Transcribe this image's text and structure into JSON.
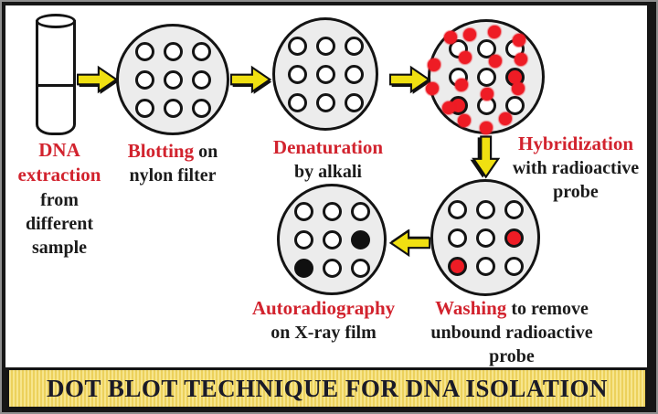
{
  "banner": {
    "title": "DOT BLOT TECHNIQUE FOR DNA ISOLATION"
  },
  "labels": {
    "extraction": {
      "red": "DNA extraction",
      "black": "from different sample"
    },
    "blotting": {
      "red": "Blotting",
      "black": "on nylon filter"
    },
    "denaturation": {
      "red": "Denaturation",
      "black": "by alkali"
    },
    "hybridization": {
      "red": "Hybridization",
      "black": "with radioactive probe"
    },
    "washing": {
      "red": "Washing",
      "black": "to remove unbound radioactive probe"
    },
    "autoradiography": {
      "red": "Autoradiography",
      "black": "on X-ray film"
    }
  },
  "membranes": {
    "blotting": {
      "dots": [
        "w",
        "w",
        "w",
        "w",
        "w",
        "w",
        "w",
        "w",
        "w"
      ]
    },
    "denaturation": {
      "dots": [
        "w",
        "w",
        "w",
        "w",
        "w",
        "w",
        "w",
        "w",
        "w"
      ]
    },
    "hybridization": {
      "dots": [
        "w",
        "w",
        "w",
        "w",
        "w",
        "r",
        "r",
        "w",
        "w"
      ],
      "speckles": [
        [
          -39,
          -43
        ],
        [
          -18,
          -46
        ],
        [
          9,
          -49
        ],
        [
          36,
          -40
        ],
        [
          -57,
          -13
        ],
        [
          -23,
          -21
        ],
        [
          10,
          -17
        ],
        [
          38,
          -19
        ],
        [
          -59,
          13
        ],
        [
          -27,
          9
        ],
        [
          1,
          19
        ],
        [
          35,
          13
        ],
        [
          -41,
          34
        ],
        [
          -24,
          48
        ],
        [
          0,
          56
        ],
        [
          21,
          46
        ]
      ]
    },
    "washing": {
      "dots": [
        "w",
        "w",
        "w",
        "w",
        "w",
        "r",
        "r",
        "w",
        "w"
      ]
    },
    "autoradiography": {
      "dots": [
        "w",
        "w",
        "w",
        "w",
        "w",
        "k",
        "k",
        "w",
        "w"
      ]
    }
  },
  "colors": {
    "red_text": "#d2232e",
    "dot_red": "#ee1c25",
    "arrow_yellow": "#f0e011",
    "membrane_fill": "#ececec",
    "banner_bg": "#f3dd78",
    "banner_text": "#1a1a28"
  }
}
